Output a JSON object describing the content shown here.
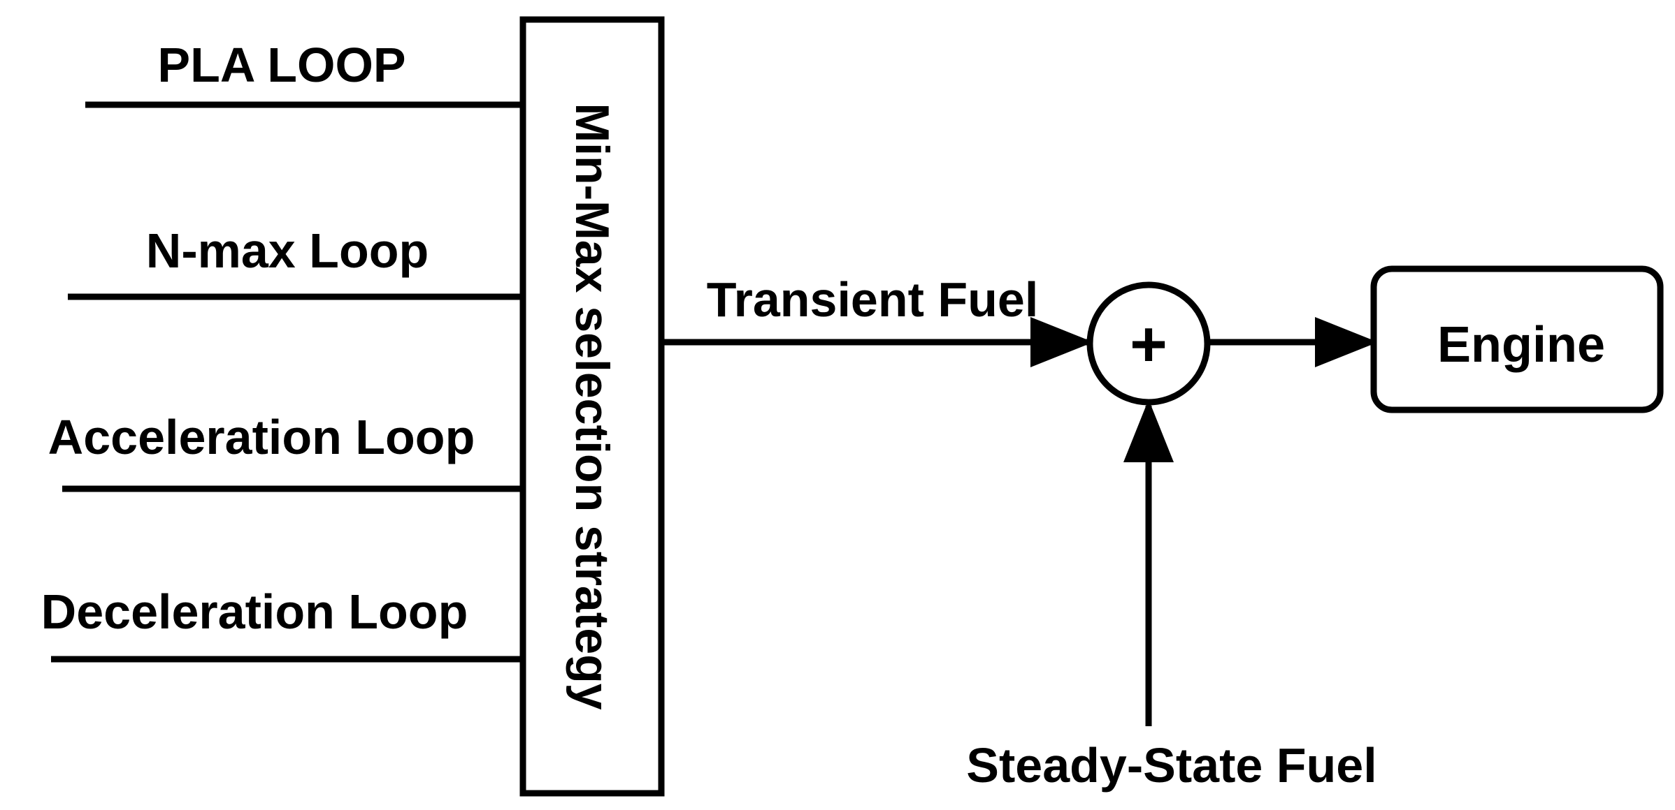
{
  "inputs": [
    {
      "label": "PLA LOOP"
    },
    {
      "label": "N-max Loop"
    },
    {
      "label": "Acceleration Loop"
    },
    {
      "label": "Deceleration Loop"
    }
  ],
  "selector": {
    "label": "Min-Max selection strategy"
  },
  "transient": {
    "label": "Transient Fuel"
  },
  "summing_junction": {
    "symbol": "+"
  },
  "steady_state": {
    "label": "Steady-State Fuel"
  },
  "engine": {
    "label": "Engine"
  },
  "colors": {
    "ink": "#000000",
    "background": "#ffffff"
  }
}
